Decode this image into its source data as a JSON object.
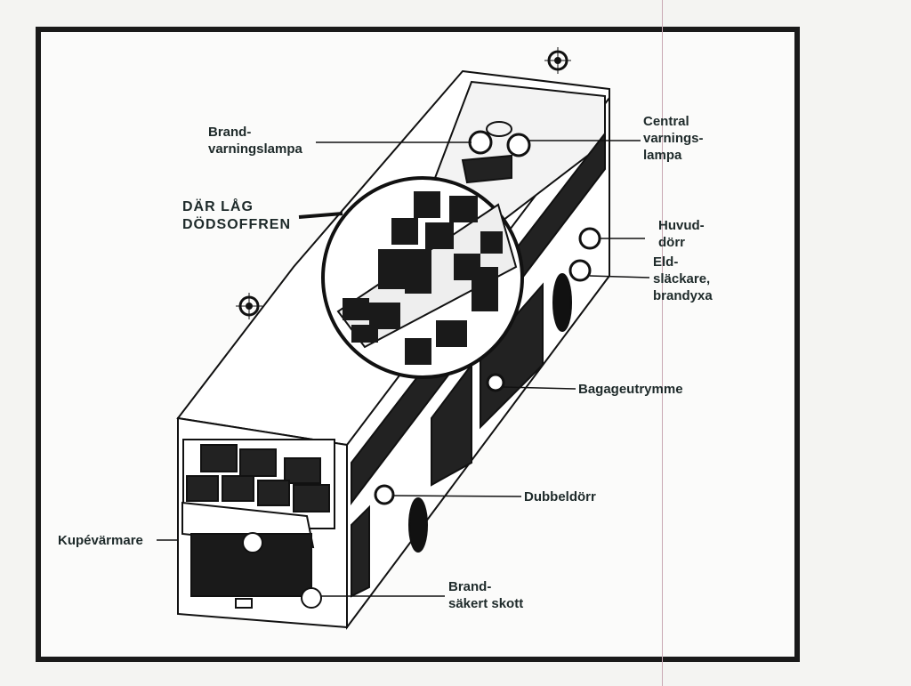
{
  "labels": {
    "brand_varningslampa": "Brand-\nvarningslampa",
    "central_varningslampa": "Central\nvarnings-\nlampa",
    "dodsoffren": "DÄR LÅG\nDÖDSOFFREN",
    "huvuddorr": "Huvud-\ndörr",
    "eldslackare": "Eld-\nsläckare,\nbrandyxa",
    "bagageutrymme": "Bagageutrymme",
    "dubbeldorr": "Dubbeldörr",
    "kupevarmare": "Kupévärmare",
    "brandsakert_skott": "Brand-\nsäkert skott"
  }
}
